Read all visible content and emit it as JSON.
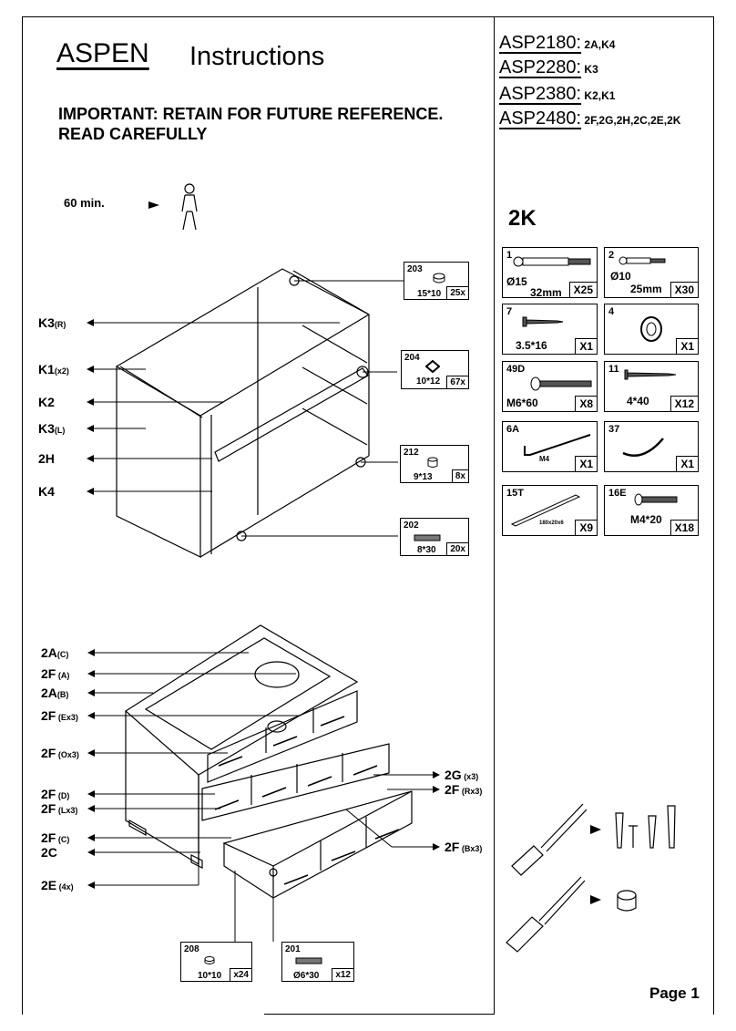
{
  "header": {
    "brand": "ASPEN",
    "title": "Instructions",
    "important": "IMPORTANT:  RETAIN FOR FUTURE REFERENCE.",
    "read_carefully": "READ CAREFULLY"
  },
  "models": [
    {
      "code": "ASP2180:",
      "parts": " 2A,K4"
    },
    {
      "code": "ASP2280:",
      "parts": " K3"
    },
    {
      "code": "ASP2380:",
      "parts": " K2,K1"
    },
    {
      "code": "ASP2480:",
      "parts": " 2F,2G,2H,2C,2E,2K"
    }
  ],
  "assembly": {
    "time": "60 min.",
    "persons_icon": "one-person-icon"
  },
  "hardware_set_code": "2K",
  "cabinet_labels": {
    "k3r": {
      "main": "K3",
      "sub": "(R)"
    },
    "k1": {
      "main": "K1",
      "sub": "(x2)"
    },
    "k2": {
      "main": "K2",
      "sub": ""
    },
    "k3l": {
      "main": "K3",
      "sub": "(L)"
    },
    "h2": {
      "main": "2H",
      "sub": ""
    },
    "k4": {
      "main": "K4",
      "sub": ""
    }
  },
  "cabinet_fittings": [
    {
      "id": "203",
      "dim": "15*10",
      "qty": "25x",
      "icon": "cam-lock-icon"
    },
    {
      "id": "204",
      "dim": "10*12",
      "qty": "67x",
      "icon": "cap-icon"
    },
    {
      "id": "212",
      "dim": "9*13",
      "qty": "8x",
      "icon": "cylinder-icon"
    },
    {
      "id": "202",
      "dim": "8*30",
      "qty": "20x",
      "icon": "dowel-icon"
    }
  ],
  "drawer_labels": {
    "a2c": {
      "main": "2A",
      "sub": "(C)"
    },
    "f2a": {
      "main": "2F",
      "sub": " (A)"
    },
    "a2b": {
      "main": "2A",
      "sub": "(B)"
    },
    "f2e": {
      "main": "2F",
      "sub": " (Ex3)"
    },
    "f2o": {
      "main": "2F",
      "sub": " (Ox3)"
    },
    "f2d": {
      "main": "2F",
      "sub": " (D)"
    },
    "f2l": {
      "main": "2F",
      "sub": " (Lx3)"
    },
    "f2c": {
      "main": "2F",
      "sub": " (C)"
    },
    "c2": {
      "main": "2C",
      "sub": ""
    },
    "e2": {
      "main": "2E",
      "sub": " (4x)"
    },
    "g2": {
      "main": "2G",
      "sub": " (x3)"
    },
    "f2r": {
      "main": "2F",
      "sub": " (Rx3)"
    },
    "f2b": {
      "main": "2F",
      "sub": " (Bx3)"
    }
  },
  "drawer_fittings": [
    {
      "id": "208",
      "dim": "10*10",
      "qty": "x24",
      "icon": "cam-lock-icon"
    },
    {
      "id": "201",
      "dim": "Ø6*30",
      "qty": "x12",
      "icon": "dowel-icon"
    }
  ],
  "hardware": [
    {
      "id": "1",
      "dim_a": "Ø15",
      "dim_b": "32mm",
      "qty": "X25",
      "icon": "cam-bolt-icon"
    },
    {
      "id": "2",
      "dim_a": "Ø10",
      "dim_b": "25mm",
      "qty": "X30",
      "icon": "cam-bolt-small-icon"
    },
    {
      "id": "7",
      "dim_a": "3.5*16",
      "dim_b": "",
      "qty": "X1",
      "icon": "screw-icon"
    },
    {
      "id": "4",
      "dim_a": "",
      "dim_b": "",
      "qty": "X1",
      "icon": "washer-icon"
    },
    {
      "id": "49D",
      "dim_a": "M6*60",
      "dim_b": "",
      "qty": "X8",
      "icon": "bolt-icon"
    },
    {
      "id": "11",
      "dim_a": "4*40",
      "dim_b": "",
      "qty": "X12",
      "icon": "long-screw-icon"
    },
    {
      "id": "6A",
      "dim_a": "M4",
      "dim_b": "",
      "qty": "X1",
      "icon": "allen-key-icon"
    },
    {
      "id": "37",
      "dim_a": "",
      "dim_b": "",
      "qty": "X1",
      "icon": "clip-icon"
    },
    {
      "id": "15T",
      "dim_a": "180x20x6",
      "dim_b": "",
      "qty": "X9",
      "icon": "strip-icon"
    },
    {
      "id": "16E",
      "dim_a": "M4*20",
      "dim_b": "",
      "qty": "X18",
      "icon": "bolt-small-icon"
    }
  ],
  "tools": {
    "screwdriver_phillips": "phillips-screwdriver-icon",
    "screwdriver_flat": "flat-screwdriver-icon"
  },
  "footer": {
    "page": "Page 1"
  }
}
